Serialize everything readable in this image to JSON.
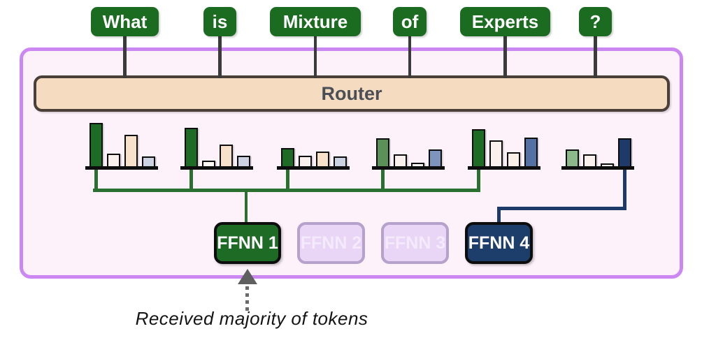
{
  "tokens": [
    "What",
    "is",
    "Mixture",
    "of",
    "Experts",
    "?"
  ],
  "router": {
    "label": "Router"
  },
  "charts": [
    {
      "token": "What",
      "values": [
        1.0,
        0.31,
        0.73,
        0.25
      ],
      "colors": [
        "#1d6b24",
        "#faf1ee",
        "#f8e1cb",
        "#ccd2e2"
      ],
      "route": "ffnn-1"
    },
    {
      "token": "is",
      "values": [
        0.89,
        0.16,
        0.52,
        0.27
      ],
      "colors": [
        "#1d6b24",
        "#fdf8f6",
        "#f8e1cb",
        "#ccd2e2"
      ],
      "route": "ffnn-1"
    },
    {
      "token": "Mixture",
      "values": [
        0.44,
        0.27,
        0.36,
        0.25
      ],
      "colors": [
        "#1d6b24",
        "#faf1ee",
        "#f8e1cb",
        "#ccd2e2"
      ],
      "route": "ffnn-1"
    },
    {
      "token": "of",
      "values": [
        0.66,
        0.3,
        0.11,
        0.41
      ],
      "colors": [
        "#5b9059",
        "#faf1ee",
        "#fdf8f6",
        "#7e94bd"
      ],
      "route": "ffnn-1"
    },
    {
      "token": "Experts",
      "values": [
        0.86,
        0.61,
        0.34,
        0.67
      ],
      "colors": [
        "#1d6b24",
        "#faf1ee",
        "#faeee8",
        "#5471a3"
      ],
      "route": "ffnn-1"
    },
    {
      "token": "?",
      "values": [
        0.41,
        0.3,
        0.09,
        0.66
      ],
      "colors": [
        "#8db88c",
        "#faf1ee",
        "#fdf8f6",
        "#1d3a68"
      ],
      "route": "ffnn-4"
    }
  ],
  "experts": [
    {
      "label": "FFNN 1",
      "state": "green"
    },
    {
      "label": "FFNN 2",
      "state": "inactive"
    },
    {
      "label": "FFNN 3",
      "state": "inactive"
    },
    {
      "label": "FFNN 4",
      "state": "navy"
    }
  ],
  "caption": "Received majority of tokens",
  "colors": {
    "token_green": "#1b6b21",
    "container_border": "#cc88f2",
    "container_fill": "#fdf1fa",
    "router_fill": "#f5dcc0",
    "router_border": "#4a4038",
    "green_line": "#2a7031",
    "navy_line": "#1d3a68",
    "ffnn1_fill": "#1d6b24",
    "ffnn4_fill": "#1d3d6b",
    "inactive_fill": "#e9d5f6",
    "arrow_gray": "#5f5f5f"
  }
}
